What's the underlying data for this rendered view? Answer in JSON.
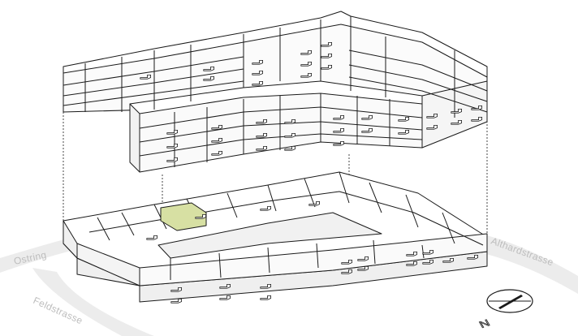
{
  "streets": {
    "ostring": "Ostring",
    "feldstrasse": "Feldstrasse",
    "althardstrasse": "Althardstrasse"
  },
  "compass": {
    "north": "N"
  },
  "colors": {
    "stroke": "#1a1a1a",
    "street": "#ebebeb",
    "street_label": "#bdbdbd",
    "highlight": "#d7e0a3",
    "face_top": "#ffffff",
    "face_side": "#f7f7f7",
    "base_slab": "#eeeeee"
  },
  "icons": {
    "compass": "compass-icon",
    "balcony": "balcony-icon"
  }
}
